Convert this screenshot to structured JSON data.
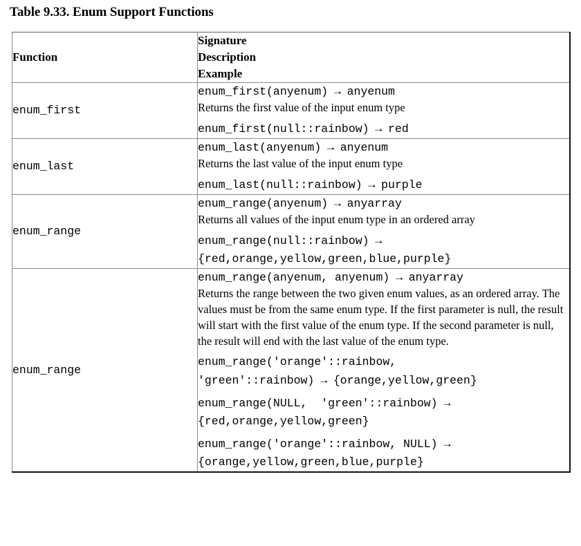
{
  "document": {
    "caption": "Table 9.33. Enum Support Functions"
  },
  "table": {
    "headers": {
      "function": "Function",
      "signature": "Signature",
      "description": "Description",
      "example": "Example"
    },
    "arrow_glyph": "→",
    "rows": [
      {
        "function": "enum_first",
        "signature_call": "enum_first(anyenum)",
        "signature_return": "anyenum",
        "description": "Returns the first value of the input enum type",
        "examples": [
          {
            "call": "enum_first(null::rainbow)",
            "result": "red"
          }
        ]
      },
      {
        "function": "enum_last",
        "signature_call": "enum_last(anyenum)",
        "signature_return": "anyenum",
        "description": "Returns the last value of the input enum type",
        "examples": [
          {
            "call": "enum_last(null::rainbow)",
            "result": "purple"
          }
        ]
      },
      {
        "function": "enum_range",
        "signature_call": "enum_range(anyenum)",
        "signature_return": "anyarray",
        "description": "Returns all values of the input enum type in an ordered array",
        "examples": [
          {
            "call": "enum_range(null::rainbow)",
            "result": "{red,orange,yellow,green,blue,purple}"
          }
        ]
      },
      {
        "function": "enum_range",
        "signature_call": "enum_range(anyenum, anyenum)",
        "signature_return": "anyarray",
        "description": "Returns the range between the two given enum values, as an ordered array. The values must be from the same enum type. If the first parameter is null, the result will start with the first value of the enum type. If the second parameter is null, the result will end with the last value of the enum type.",
        "examples": [
          {
            "call": "enum_range('orange'::rainbow,\n'green'::rainbow)",
            "result": "{orange,yellow,green}"
          },
          {
            "call": "enum_range(NULL,  'green'::rainbow)",
            "result": "{red,orange,yellow,green}"
          },
          {
            "call": "enum_range('orange'::rainbow, NULL)",
            "result": "{orange,yellow,green,blue,purple}"
          }
        ]
      }
    ]
  }
}
